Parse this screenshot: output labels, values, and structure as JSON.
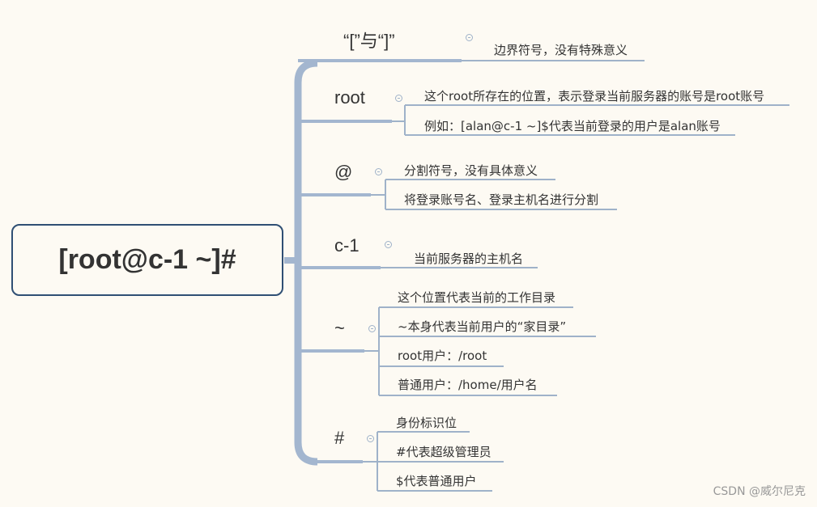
{
  "root": {
    "label": "[root@c-1 ~]#"
  },
  "branches": [
    {
      "label": "“[”与“]”",
      "leaves": [
        "边界符号，没有特殊意义"
      ]
    },
    {
      "label": "root",
      "leaves": [
        "这个root所存在的位置，表示登录当前服务器的账号是root账号",
        "例如：[alan@c-1 ~]$代表当前登录的用户是alan账号"
      ]
    },
    {
      "label": "@",
      "leaves": [
        "分割符号，没有具体意义",
        "将登录账号名、登录主机名进行分割"
      ]
    },
    {
      "label": "c-1",
      "leaves": [
        "当前服务器的主机名"
      ]
    },
    {
      "label": "~",
      "leaves": [
        "这个位置代表当前的工作目录",
        "~本身代表当前用户的“家目录”",
        "root用户：/root",
        "普通用户：/home/用户名"
      ]
    },
    {
      "label": "#",
      "leaves": [
        "身份标识位",
        "#代表超级管理员",
        "$代表普通用户"
      ]
    }
  ],
  "watermark": "CSDN @威尔尼克",
  "colors": {
    "branch_line": "#a3b6cf",
    "leaf_line": "#9fb2c9",
    "root_border": "#2f4f74",
    "background": "#fdfaf3"
  }
}
